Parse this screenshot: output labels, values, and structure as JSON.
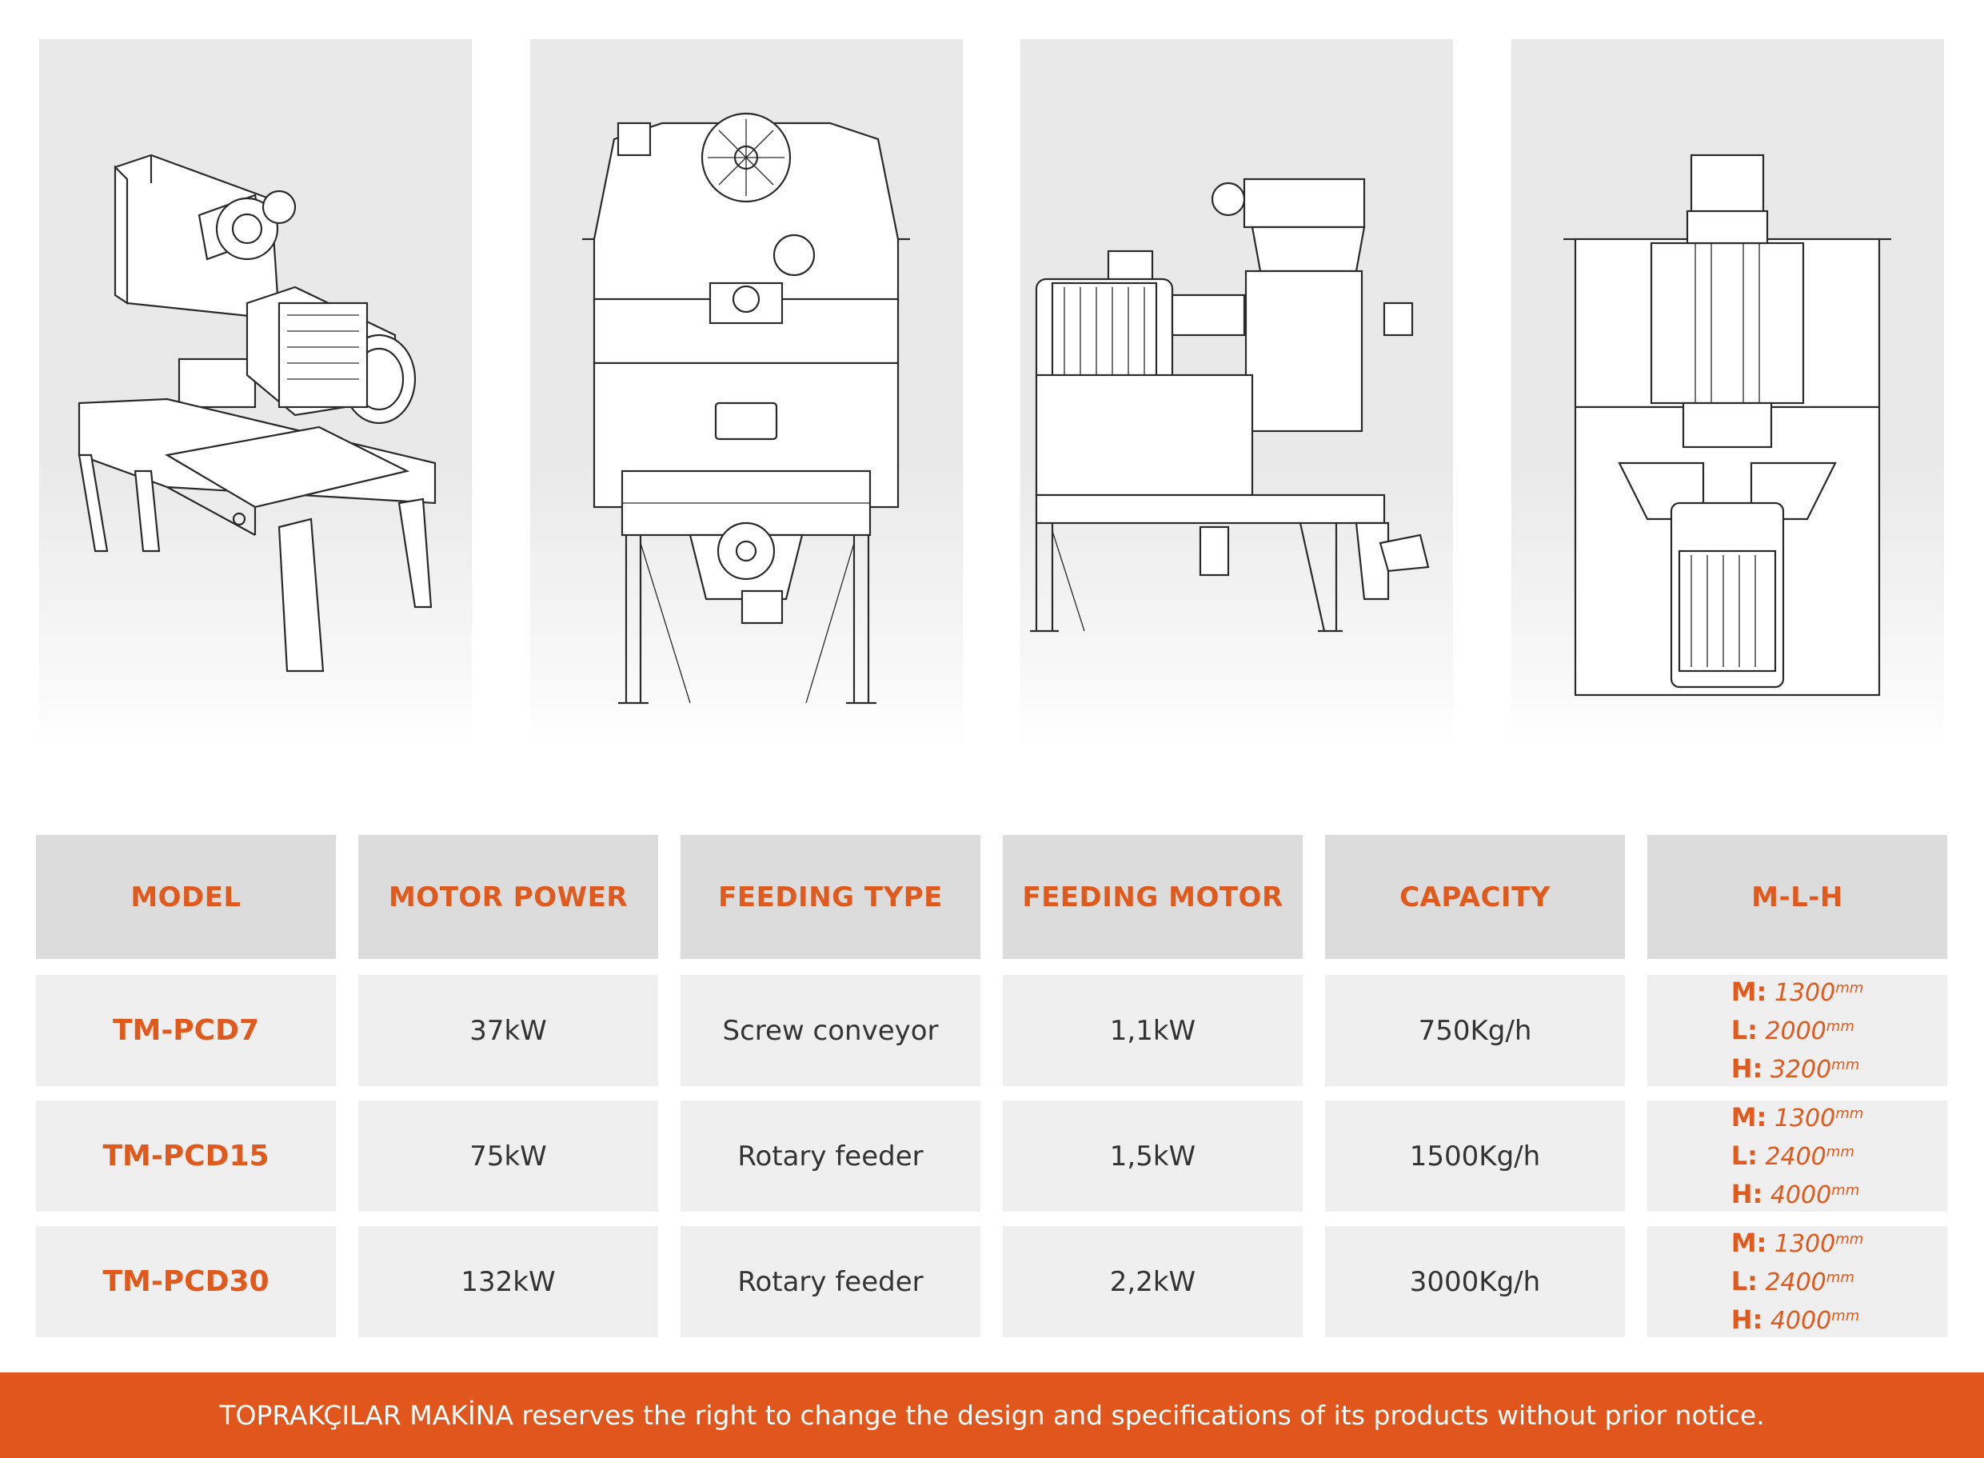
{
  "images": [
    {
      "name": "machine-isometric-view"
    },
    {
      "name": "machine-front-view"
    },
    {
      "name": "machine-side-view"
    },
    {
      "name": "machine-top-view"
    }
  ],
  "table": {
    "headers": [
      "MODEL",
      "MOTOR POWER",
      "FEEDING TYPE",
      "FEEDING MOTOR",
      "CAPACITY",
      "M-L-H"
    ],
    "rows": [
      {
        "model": "TM-PCD7",
        "motor_power": "37kW",
        "feeding_type": "Screw conveyor",
        "feeding_motor": "1,1kW",
        "capacity": "750Kg/h",
        "dims": {
          "m_label": "M:",
          "m": "1300",
          "l_label": "L:",
          "l": "2000",
          "h_label": "H:",
          "h": "3200",
          "unit": "mm"
        }
      },
      {
        "model": "TM-PCD15",
        "motor_power": "75kW",
        "feeding_type": "Rotary feeder",
        "feeding_motor": "1,5kW",
        "capacity": "1500Kg/h",
        "dims": {
          "m_label": "M:",
          "m": "1300",
          "l_label": "L:",
          "l": "2400",
          "h_label": "H:",
          "h": "4000",
          "unit": "mm"
        }
      },
      {
        "model": "TM-PCD30",
        "motor_power": "132kW",
        "feeding_type": "Rotary feeder",
        "feeding_motor": "2,2kW",
        "capacity": "3000Kg/h",
        "dims": {
          "m_label": "M:",
          "m": "1300",
          "l_label": "L:",
          "l": "2400",
          "h_label": "H:",
          "h": "4000",
          "unit": "mm"
        }
      }
    ]
  },
  "footer": {
    "text": "TOPRAKÇILAR MAKİNA reserves the right to change the design and specifications of its products without prior notice."
  },
  "colors": {
    "accent": "#e1561c",
    "header_bg": "#dcdcdc",
    "cell_bg": "#efefef"
  }
}
